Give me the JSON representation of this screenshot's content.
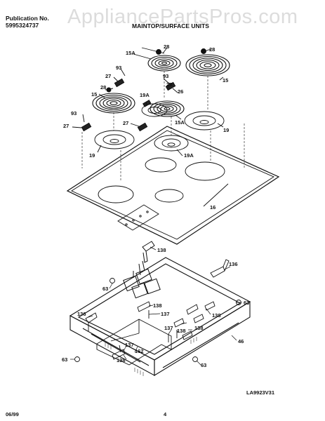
{
  "header": {
    "publication_label": "Publication No.",
    "publication_number": "5995324737",
    "section_title": "MAINTOP/SURFACE UNITS"
  },
  "watermark": "AppliancePartsPros.com",
  "footer": {
    "date": "06/99",
    "page": "4",
    "drawing_id": "LA9923V31"
  },
  "callouts": {
    "c28a": "28",
    "c28b": "28",
    "c15a": "15A",
    "c93a": "93",
    "c27a": "27",
    "c28c": "28",
    "c93b": "93",
    "c27b": "27",
    "c26": "26",
    "c15b": "15",
    "c15c": "15",
    "c19a_top": "19A",
    "c93c": "93",
    "c27c": "27",
    "c27d": "27",
    "c15a2": "15A",
    "c19r": "19",
    "c19l": "19",
    "c19a2": "19A",
    "c16": "16",
    "c138a": "138",
    "c136a": "136",
    "c63a": "63",
    "c63b": "63",
    "c138b": "138",
    "c137a": "137",
    "c136b": "136",
    "c138c": "138",
    "c137b": "137",
    "c138d": "138",
    "c138e": "138",
    "c46": "46",
    "c137c": "137",
    "c162": "162",
    "c138f": "138",
    "c63c": "63",
    "c63d": "63"
  }
}
